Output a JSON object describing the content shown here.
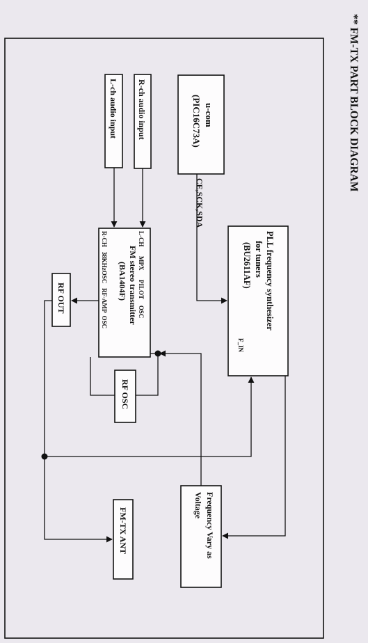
{
  "title": "** FM-TX  PART  BLOCK  DIAGRAM",
  "blocks": {
    "ucom": {
      "line1": "u-com",
      "line2": "(PIC16C73A)"
    },
    "rch_audio": {
      "label": "R-ch audio input"
    },
    "lch_audio": {
      "label": "L-ch audio input"
    },
    "pll": {
      "line1": "PLL frequency synthesizer",
      "line2": "for tuners",
      "line3": "(BU2611AF)",
      "pin_fin": "F_IN"
    },
    "fm_tx": {
      "line1": "FM stereo transmitter",
      "line2": "(BA1404F)",
      "pin_row_top": "L-CH      MPX      PILOT    OSC",
      "pin_row_bottom": "R-CH   38KHzOSC   RF-AMP  OSC"
    },
    "rf_out": {
      "label": "RF OUT"
    },
    "rf_osc": {
      "label": "RF OSC"
    },
    "fm_ant": {
      "label": "FM-TX  ANT"
    },
    "freq_vary": {
      "line1": "Frequency  Vary as",
      "line2": "Voltage"
    }
  },
  "signals": {
    "bus": "CE,SCK,SDA"
  }
}
